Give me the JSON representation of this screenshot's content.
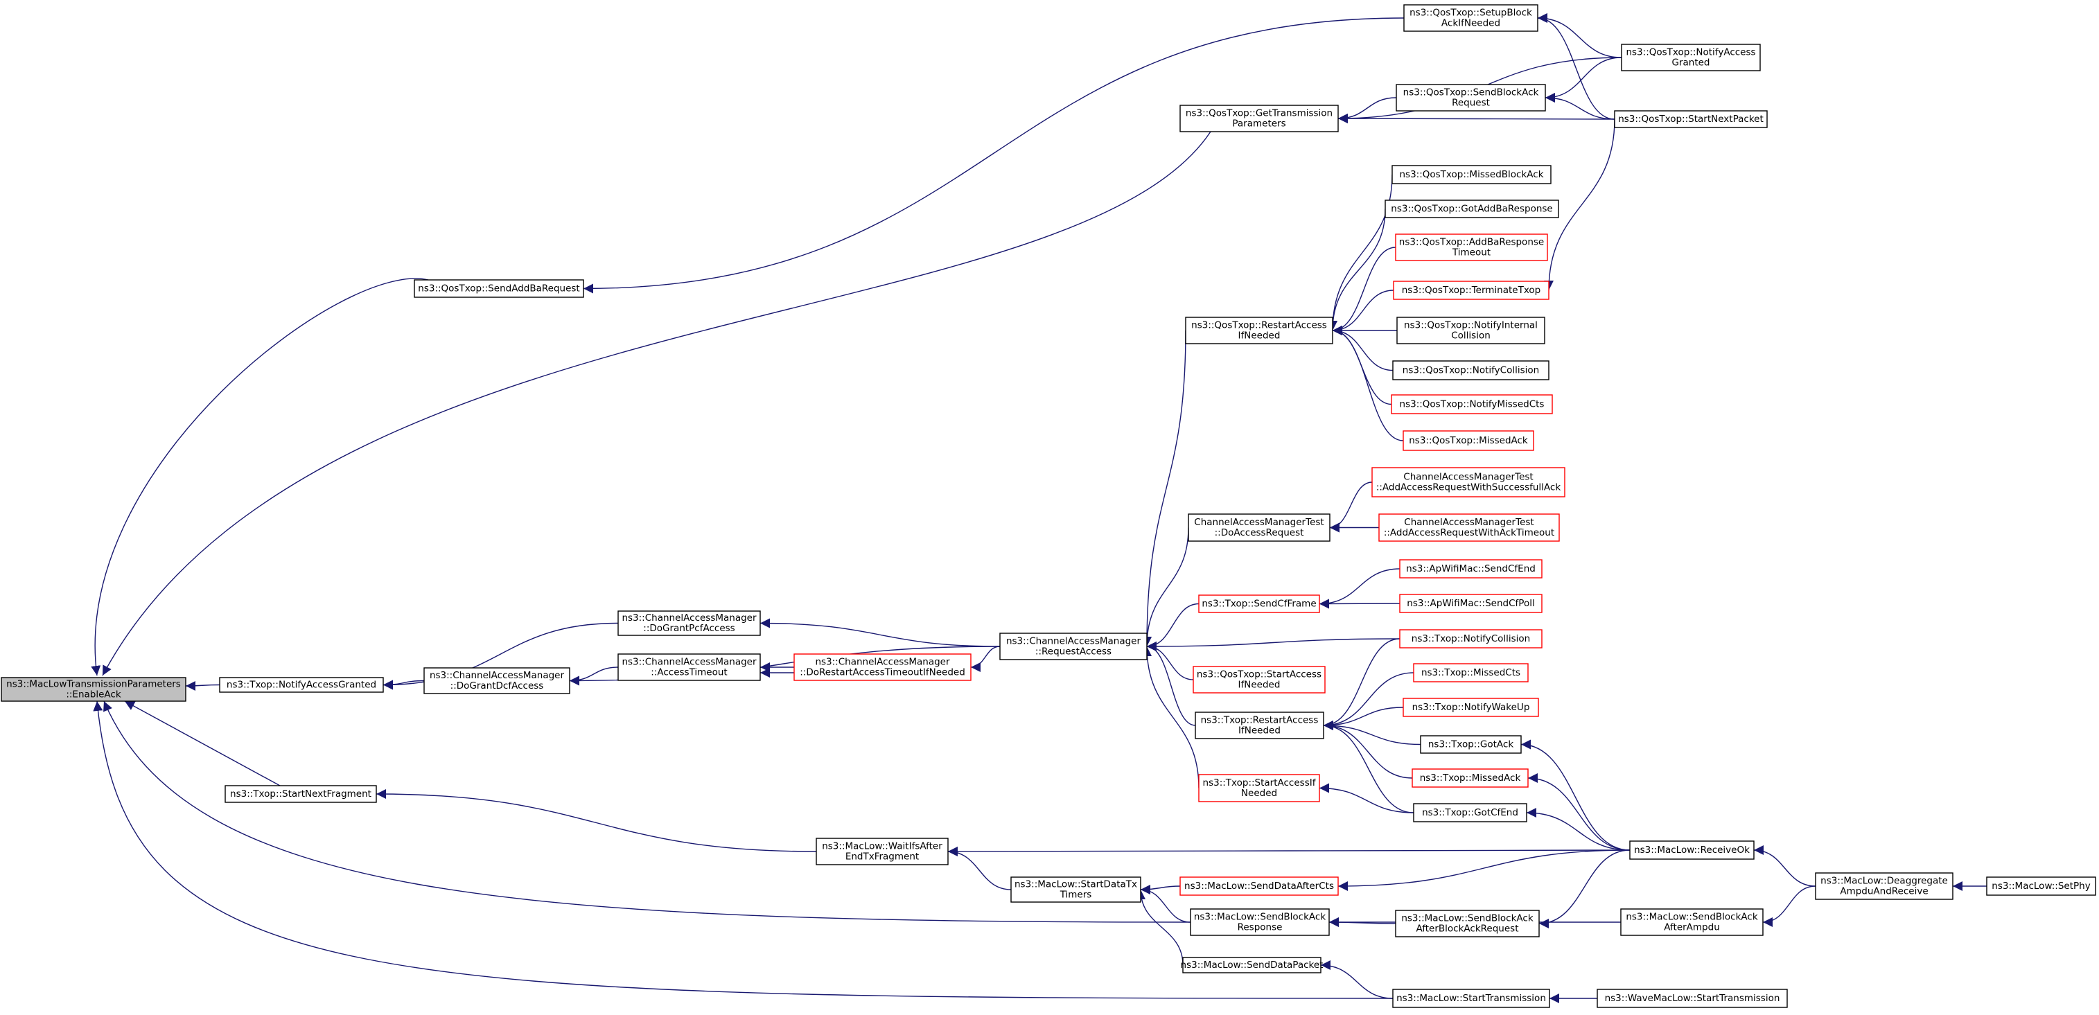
{
  "colors": {
    "edge": "#191970",
    "border_normal": "#000000",
    "border_incomplete": "#ff0000",
    "fill_root": "#bfbfbf",
    "fill_node": "#ffffff"
  },
  "nodes": [
    {
      "id": "root",
      "lines": [
        "ns3::MacLowTransmissionParameters",
        "::EnableAck"
      ],
      "style": "root"
    },
    {
      "id": "n_notifyAccessGranted",
      "lines": [
        "ns3::Txop::NotifyAccessGranted"
      ],
      "style": "normal"
    },
    {
      "id": "n_sendAddBaRequest",
      "lines": [
        "ns3::QosTxop::SendAddBaRequest"
      ],
      "style": "normal"
    },
    {
      "id": "n_getTxParams",
      "lines": [
        "ns3::QosTxop::GetTransmission",
        "Parameters"
      ],
      "style": "normal"
    },
    {
      "id": "n_startNextFragment",
      "lines": [
        "ns3::Txop::StartNextFragment"
      ],
      "style": "normal"
    },
    {
      "id": "n_doGrantPcf",
      "lines": [
        "ns3::ChannelAccessManager",
        "::DoGrantPcfAccess"
      ],
      "style": "normal"
    },
    {
      "id": "n_doGrantDcf",
      "lines": [
        "ns3::ChannelAccessManager",
        "::DoGrantDcfAccess"
      ],
      "style": "normal"
    },
    {
      "id": "n_accessTimeout",
      "lines": [
        "ns3::ChannelAccessManager",
        "::AccessTimeout"
      ],
      "style": "normal"
    },
    {
      "id": "n_doRestart",
      "lines": [
        "ns3::ChannelAccessManager",
        "::DoRestartAccessTimeoutIfNeeded"
      ],
      "style": "incomplete"
    },
    {
      "id": "n_requestAccess",
      "lines": [
        "ns3::ChannelAccessManager",
        "::RequestAccess"
      ],
      "style": "normal"
    },
    {
      "id": "n_qosRestart",
      "lines": [
        "ns3::QosTxop::RestartAccess",
        "IfNeeded"
      ],
      "style": "normal"
    },
    {
      "id": "n_camtDoAccess",
      "lines": [
        "ChannelAccessManagerTest",
        "::DoAccessRequest"
      ],
      "style": "normal"
    },
    {
      "id": "n_sendCfFrame",
      "lines": [
        "ns3::Txop::SendCfFrame"
      ],
      "style": "incomplete"
    },
    {
      "id": "n_qosStartAccess",
      "lines": [
        "ns3::QosTxop::StartAccess",
        "IfNeeded"
      ],
      "style": "incomplete"
    },
    {
      "id": "n_txopRestart",
      "lines": [
        "ns3::Txop::RestartAccess",
        "IfNeeded"
      ],
      "style": "normal"
    },
    {
      "id": "n_txopStartAccess",
      "lines": [
        "ns3::Txop::StartAccessIf",
        "Needed"
      ],
      "style": "incomplete"
    },
    {
      "id": "n_waitIfs",
      "lines": [
        "ns3::MacLow::WaitIfsAfter",
        "EndTxFragment"
      ],
      "style": "normal"
    },
    {
      "id": "n_startDataTx",
      "lines": [
        "ns3::MacLow::StartDataTx",
        "Timers"
      ],
      "style": "normal"
    },
    {
      "id": "n_sendDataAfterCts",
      "lines": [
        "ns3::MacLow::SendDataAfterCts"
      ],
      "style": "incomplete"
    },
    {
      "id": "n_sendBlockAckResp",
      "lines": [
        "ns3::MacLow::SendBlockAck",
        "Response"
      ],
      "style": "normal"
    },
    {
      "id": "n_sendDataPacket",
      "lines": [
        "ns3::MacLow::SendDataPacket"
      ],
      "style": "normal"
    },
    {
      "id": "n_setupBlockAck",
      "lines": [
        "ns3::QosTxop::SetupBlock",
        "AckIfNeeded"
      ],
      "style": "normal"
    },
    {
      "id": "n_qosNotifyAccess",
      "lines": [
        "ns3::QosTxop::NotifyAccess",
        "Granted"
      ],
      "style": "normal"
    },
    {
      "id": "n_sendBlockAckReq",
      "lines": [
        "ns3::QosTxop::SendBlockAck",
        "Request"
      ],
      "style": "normal"
    },
    {
      "id": "n_startNextPacket",
      "lines": [
        "ns3::QosTxop::StartNextPacket"
      ],
      "style": "normal"
    },
    {
      "id": "n_missedBlockAck",
      "lines": [
        "ns3::QosTxop::MissedBlockAck"
      ],
      "style": "normal"
    },
    {
      "id": "n_gotAddBa",
      "lines": [
        "ns3::QosTxop::GotAddBaResponse"
      ],
      "style": "normal"
    },
    {
      "id": "n_addBaTimeout",
      "lines": [
        "ns3::QosTxop::AddBaResponse",
        "Timeout"
      ],
      "style": "incomplete"
    },
    {
      "id": "n_terminateTxop",
      "lines": [
        "ns3::QosTxop::TerminateTxop"
      ],
      "style": "incomplete"
    },
    {
      "id": "n_qosNotifyInternal",
      "lines": [
        "ns3::QosTxop::NotifyInternal",
        "Collision"
      ],
      "style": "normal"
    },
    {
      "id": "n_qosNotifyCollision",
      "lines": [
        "ns3::QosTxop::NotifyCollision"
      ],
      "style": "normal"
    },
    {
      "id": "n_qosNotifyMissedCts",
      "lines": [
        "ns3::QosTxop::NotifyMissedCts"
      ],
      "style": "incomplete"
    },
    {
      "id": "n_qosMissedAck",
      "lines": [
        "ns3::QosTxop::MissedAck"
      ],
      "style": "incomplete"
    },
    {
      "id": "n_camtSuccess",
      "lines": [
        "ChannelAccessManagerTest",
        "::AddAccessRequestWithSuccessfullAck"
      ],
      "style": "incomplete"
    },
    {
      "id": "n_camtAckTimeout",
      "lines": [
        "ChannelAccessManagerTest",
        "::AddAccessRequestWithAckTimeout"
      ],
      "style": "incomplete"
    },
    {
      "id": "n_apSendCfEnd",
      "lines": [
        "ns3::ApWifiMac::SendCfEnd"
      ],
      "style": "incomplete"
    },
    {
      "id": "n_apSendCfPoll",
      "lines": [
        "ns3::ApWifiMac::SendCfPoll"
      ],
      "style": "incomplete"
    },
    {
      "id": "n_txopNotifyCollision",
      "lines": [
        "ns3::Txop::NotifyCollision"
      ],
      "style": "incomplete"
    },
    {
      "id": "n_txopMissedCts",
      "lines": [
        "ns3::Txop::MissedCts"
      ],
      "style": "incomplete"
    },
    {
      "id": "n_txopNotifyWakeUp",
      "lines": [
        "ns3::Txop::NotifyWakeUp"
      ],
      "style": "incomplete"
    },
    {
      "id": "n_txopGotAck",
      "lines": [
        "ns3::Txop::GotAck"
      ],
      "style": "normal"
    },
    {
      "id": "n_txopMissedAck",
      "lines": [
        "ns3::Txop::MissedAck"
      ],
      "style": "incomplete"
    },
    {
      "id": "n_txopGotCfEnd",
      "lines": [
        "ns3::Txop::GotCfEnd"
      ],
      "style": "normal"
    },
    {
      "id": "n_receiveOk",
      "lines": [
        "ns3::MacLow::ReceiveOk"
      ],
      "style": "normal"
    },
    {
      "id": "n_sendBlockAckAfterReq",
      "lines": [
        "ns3::MacLow::SendBlockAck",
        "AfterBlockAckRequest"
      ],
      "style": "normal"
    },
    {
      "id": "n_sendBlockAckAfterAmpdu",
      "lines": [
        "ns3::MacLow::SendBlockAck",
        "AfterAmpdu"
      ],
      "style": "normal"
    },
    {
      "id": "n_startTransmission",
      "lines": [
        "ns3::MacLow::StartTransmission"
      ],
      "style": "normal"
    },
    {
      "id": "n_deaggregate",
      "lines": [
        "ns3::MacLow::Deaggregate",
        "AmpduAndReceive"
      ],
      "style": "normal"
    },
    {
      "id": "n_setPhy",
      "lines": [
        "ns3::MacLow::SetPhy"
      ],
      "style": "normal"
    },
    {
      "id": "n_waveStartTx",
      "lines": [
        "ns3::WaveMacLow::StartTransmission"
      ],
      "style": "normal"
    }
  ],
  "edges": [
    [
      "n_notifyAccessGranted",
      "root"
    ],
    [
      "n_sendAddBaRequest",
      "root"
    ],
    [
      "n_getTxParams",
      "root"
    ],
    [
      "n_startNextFragment",
      "root"
    ],
    [
      "n_sendBlockAckResp",
      "root"
    ],
    [
      "n_startTransmission",
      "root"
    ],
    [
      "n_doGrantPcf",
      "n_notifyAccessGranted"
    ],
    [
      "n_doGrantDcf",
      "n_notifyAccessGranted"
    ],
    [
      "n_requestAccess",
      "n_doGrantPcf"
    ],
    [
      "n_accessTimeout",
      "n_doGrantDcf"
    ],
    [
      "n_requestAccess",
      "n_doGrantDcf"
    ],
    [
      "n_doRestart",
      "n_accessTimeout"
    ],
    [
      "n_doRestart",
      "n_accessTimeout"
    ],
    [
      "n_requestAccess",
      "n_doRestart"
    ],
    [
      "n_setupBlockAck",
      "n_sendAddBaRequest"
    ],
    [
      "n_qosNotifyAccess",
      "n_getTxParams"
    ],
    [
      "n_sendBlockAckReq",
      "n_getTxParams"
    ],
    [
      "n_startNextPacket",
      "n_getTxParams"
    ],
    [
      "n_qosNotifyAccess",
      "n_setupBlockAck"
    ],
    [
      "n_startNextPacket",
      "n_setupBlockAck"
    ],
    [
      "n_qosNotifyAccess",
      "n_sendBlockAckReq"
    ],
    [
      "n_startNextPacket",
      "n_sendBlockAckReq"
    ],
    [
      "n_qosRestart",
      "n_requestAccess"
    ],
    [
      "n_camtDoAccess",
      "n_requestAccess"
    ],
    [
      "n_sendCfFrame",
      "n_requestAccess"
    ],
    [
      "n_txopNotifyCollision",
      "n_requestAccess"
    ],
    [
      "n_qosStartAccess",
      "n_requestAccess"
    ],
    [
      "n_txopRestart",
      "n_requestAccess"
    ],
    [
      "n_txopStartAccess",
      "n_requestAccess"
    ],
    [
      "n_missedBlockAck",
      "n_qosRestart"
    ],
    [
      "n_gotAddBa",
      "n_qosRestart"
    ],
    [
      "n_addBaTimeout",
      "n_qosRestart"
    ],
    [
      "n_terminateTxop",
      "n_qosRestart"
    ],
    [
      "n_qosNotifyInternal",
      "n_qosRestart"
    ],
    [
      "n_qosNotifyCollision",
      "n_qosRestart"
    ],
    [
      "n_qosNotifyMissedCts",
      "n_qosRestart"
    ],
    [
      "n_qosMissedAck",
      "n_qosRestart"
    ],
    [
      "n_startNextPacket",
      "n_terminateTxop"
    ],
    [
      "n_camtSuccess",
      "n_camtDoAccess"
    ],
    [
      "n_camtAckTimeout",
      "n_camtDoAccess"
    ],
    [
      "n_apSendCfEnd",
      "n_sendCfFrame"
    ],
    [
      "n_apSendCfPoll",
      "n_sendCfFrame"
    ],
    [
      "n_txopNotifyCollision",
      "n_txopRestart"
    ],
    [
      "n_txopMissedCts",
      "n_txopRestart"
    ],
    [
      "n_txopNotifyWakeUp",
      "n_txopRestart"
    ],
    [
      "n_txopGotAck",
      "n_txopRestart"
    ],
    [
      "n_txopMissedAck",
      "n_txopRestart"
    ],
    [
      "n_txopGotCfEnd",
      "n_txopRestart"
    ],
    [
      "n_txopGotCfEnd",
      "n_txopStartAccess"
    ],
    [
      "n_receiveOk",
      "n_txopGotAck"
    ],
    [
      "n_receiveOk",
      "n_txopMissedAck"
    ],
    [
      "n_receiveOk",
      "n_txopGotCfEnd"
    ],
    [
      "n_waitIfs",
      "n_startNextFragment"
    ],
    [
      "n_receiveOk",
      "n_waitIfs"
    ],
    [
      "n_startDataTx",
      "n_waitIfs"
    ],
    [
      "n_sendDataAfterCts",
      "n_startDataTx"
    ],
    [
      "n_sendBlockAckResp",
      "n_startDataTx"
    ],
    [
      "n_sendDataPacket",
      "n_startDataTx"
    ],
    [
      "n_receiveOk",
      "n_sendDataAfterCts"
    ],
    [
      "n_sendBlockAckAfterReq",
      "n_sendBlockAckResp"
    ],
    [
      "n_sendBlockAckAfterAmpdu",
      "n_sendBlockAckResp"
    ],
    [
      "n_receiveOk",
      "n_sendBlockAckAfterReq"
    ],
    [
      "n_deaggregate",
      "n_receiveOk"
    ],
    [
      "n_deaggregate",
      "n_sendBlockAckAfterAmpdu"
    ],
    [
      "n_setPhy",
      "n_deaggregate"
    ],
    [
      "n_startTransmission",
      "n_sendDataPacket"
    ],
    [
      "n_waveStartTx",
      "n_startTransmission"
    ]
  ]
}
